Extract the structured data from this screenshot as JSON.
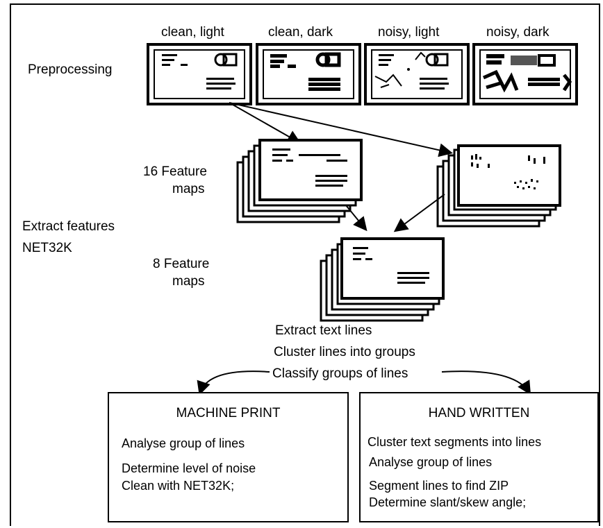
{
  "stage_labels": {
    "preprocessing": "Preprocessing",
    "extract_features": "Extract features",
    "net": "NET32K",
    "feature_maps_16": "16 Feature maps",
    "feature_maps_16_line1": "16 Feature",
    "feature_maps_16_line2": "maps",
    "feature_maps_8_line1": "8 Feature",
    "feature_maps_8_line2": "maps"
  },
  "variants": [
    {
      "label": "clean, light"
    },
    {
      "label": "clean, dark"
    },
    {
      "label": "noisy, light"
    },
    {
      "label": "noisy, dark"
    }
  ],
  "steps": [
    "Extract text lines",
    "Cluster lines into groups",
    "Classify groups of lines"
  ],
  "machine_print": {
    "title": "MACHINE PRINT",
    "steps": [
      "Analyse group of lines",
      "Determine level of noise",
      "Clean with NET32K;"
    ]
  },
  "hand_written": {
    "title": "HAND WRITTEN",
    "steps": [
      "Cluster text segments into lines",
      "Analyse group of lines",
      "Segment lines to find ZIP",
      "Determine slant/skew angle;"
    ]
  }
}
